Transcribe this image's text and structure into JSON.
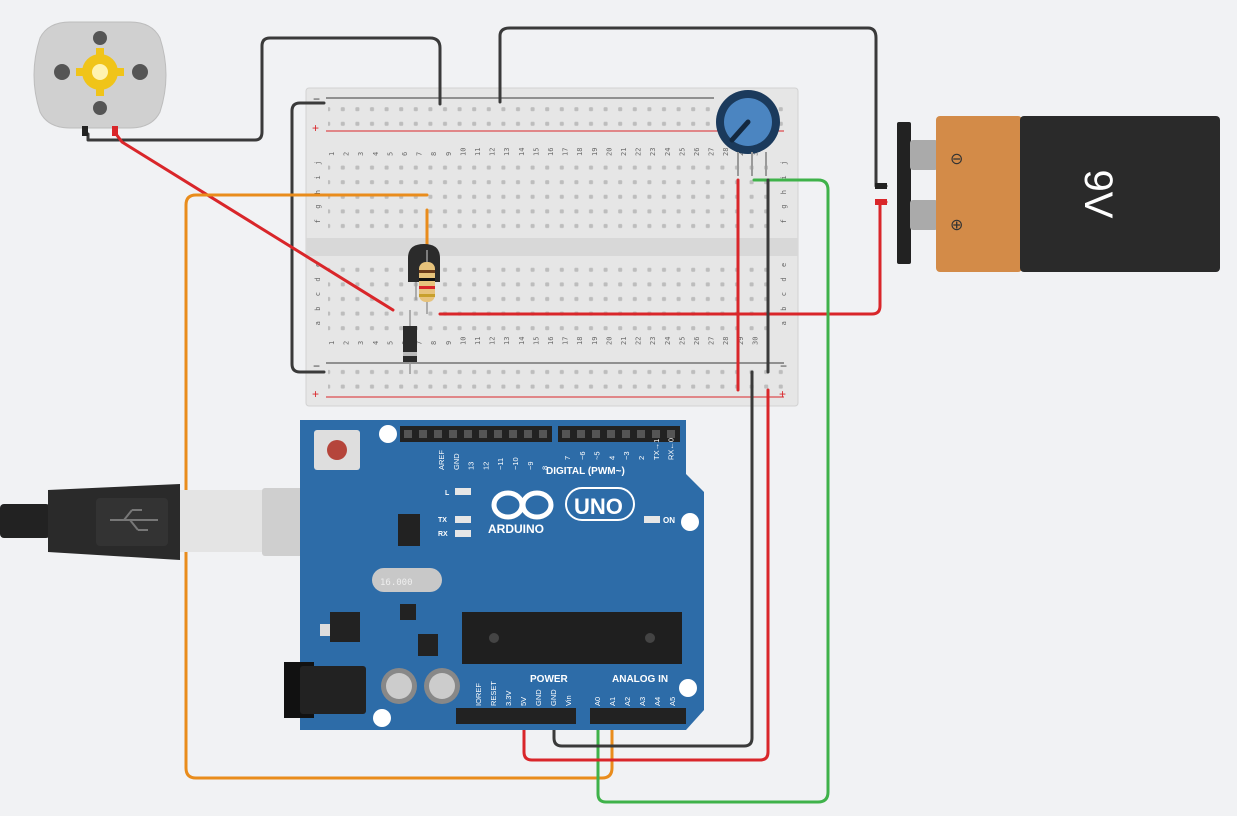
{
  "breadboard": {
    "rail_minus": "−",
    "rail_plus": "+",
    "row_letters_top": [
      "j",
      "i",
      "h",
      "g",
      "f"
    ],
    "row_letters_bottom": [
      "e",
      "d",
      "c",
      "b",
      "a"
    ],
    "column_numbers": [
      "1",
      "2",
      "3",
      "4",
      "5",
      "6",
      "7",
      "8",
      "9",
      "10",
      "11",
      "12",
      "13",
      "14",
      "15",
      "16",
      "17",
      "18",
      "19",
      "20",
      "21",
      "22",
      "23",
      "24",
      "25",
      "26",
      "27",
      "28",
      "29",
      "30"
    ]
  },
  "battery": {
    "label": "9V",
    "minus": "⊖",
    "plus": "⊕"
  },
  "arduino": {
    "brand": "ARDUINO",
    "model": "UNO",
    "digital_header": "DIGITAL (PWM~)",
    "power_header": "POWER",
    "analog_header": "ANALOG IN",
    "on_label": "ON",
    "l_label": "L",
    "tx_label": "TX",
    "rx_label": "RX",
    "crystal": "16.000",
    "digital_pins_left": [
      "AREF",
      "GND",
      "13",
      "12",
      "~11",
      "~10",
      "~9",
      "8"
    ],
    "digital_pins_right": [
      "7",
      "~6",
      "~5",
      "4",
      "~3",
      "2",
      "TX→1",
      "RX←0"
    ],
    "power_pins": [
      "IOREF",
      "RESET",
      "3.3V",
      "5V",
      "GND",
      "GND",
      "Vin"
    ],
    "analog_pins": [
      "A0",
      "A1",
      "A2",
      "A3",
      "A4",
      "A5"
    ]
  },
  "colors": {
    "background": "#f1f2f4",
    "wire_black": "#3a3a3a",
    "wire_red": "#d9262a",
    "wire_orange": "#e98c1c",
    "wire_green": "#3fb24a",
    "arduino_blue": "#2d6ca8",
    "battery_orange": "#d38b48",
    "battery_black": "#2a2a2a",
    "pot_blue": "#4b85c1"
  },
  "components": {
    "motor": "dc-motor-icon",
    "transistor": "npn-transistor",
    "resistor": "resistor",
    "diode": "diode",
    "potentiometer": "potentiometer",
    "usb": "usb-cable"
  }
}
